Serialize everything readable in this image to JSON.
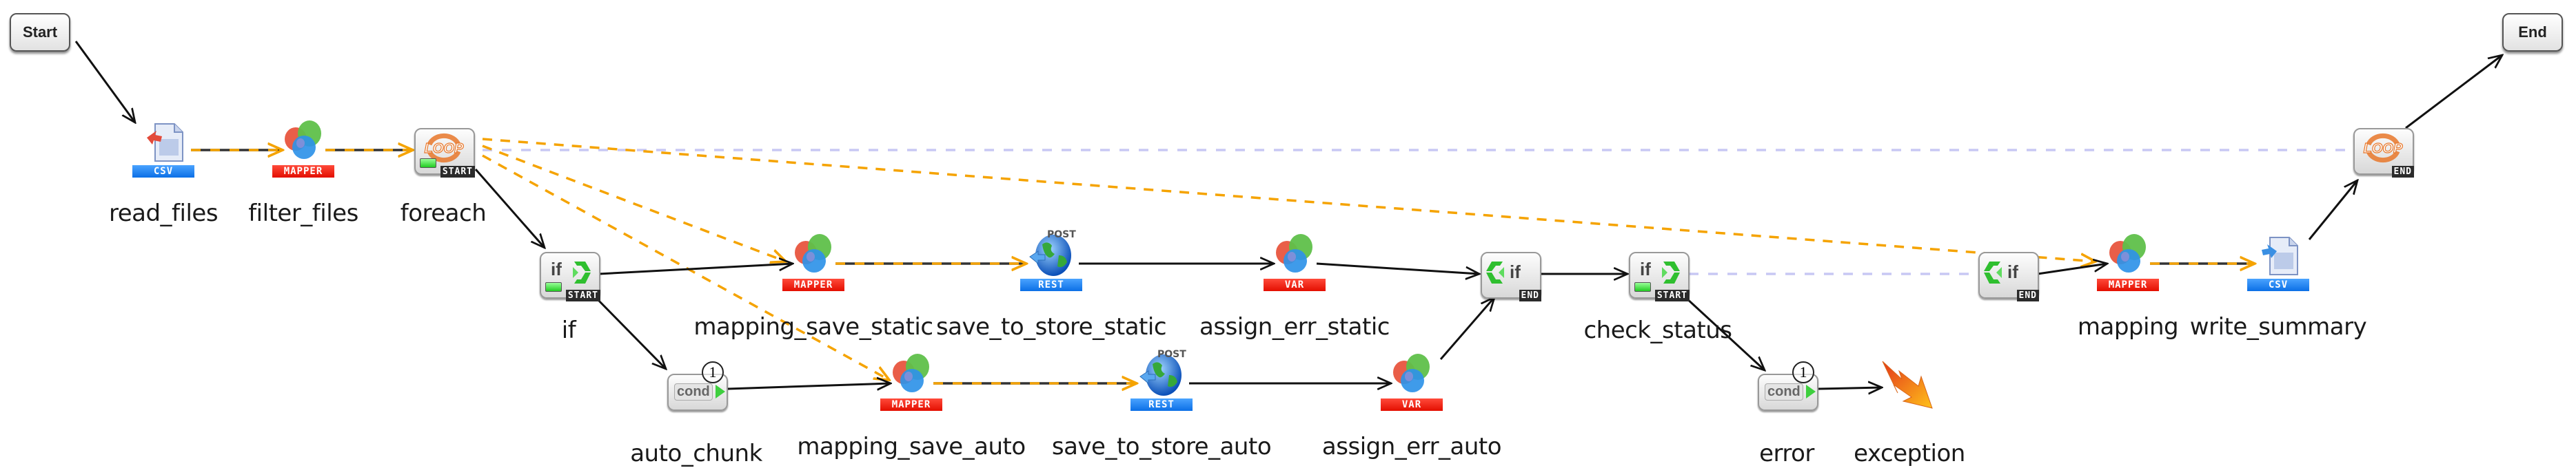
{
  "diagram": {
    "title": "Flow diagram",
    "terminals": {
      "start": "Start",
      "end": "End"
    },
    "nodes": [
      {
        "id": "read_files",
        "label": "read_files",
        "type": "csv",
        "badge": "CSV"
      },
      {
        "id": "filter_files",
        "label": "filter_files",
        "type": "mapper",
        "badge": "MAPPER"
      },
      {
        "id": "foreach",
        "label": "foreach",
        "type": "loop-start",
        "word": "LOOP",
        "tag": "START"
      },
      {
        "id": "if",
        "label": "if",
        "type": "if-start",
        "word": "if",
        "tag": "START"
      },
      {
        "id": "mapping_save_static",
        "label": "mapping_save_static",
        "type": "mapper",
        "badge": "MAPPER"
      },
      {
        "id": "save_to_store_static",
        "label": "save_to_store_static",
        "type": "rest",
        "badge": "REST",
        "method": "POST"
      },
      {
        "id": "assign_err_static",
        "label": "assign_err_static",
        "type": "var",
        "badge": "VAR"
      },
      {
        "id": "if_end_1",
        "label": "",
        "type": "if-end",
        "word": "if",
        "tag": "END"
      },
      {
        "id": "check_status",
        "label": "check_status",
        "type": "if-start",
        "word": "if",
        "tag": "START"
      },
      {
        "id": "if_end_2",
        "label": "",
        "type": "if-end",
        "word": "if",
        "tag": "END"
      },
      {
        "id": "mapping",
        "label": "mapping",
        "type": "mapper",
        "badge": "MAPPER"
      },
      {
        "id": "write_summary",
        "label": "write_summary",
        "type": "csv",
        "badge": "CSV"
      },
      {
        "id": "loop_end",
        "label": "",
        "type": "loop-end",
        "word": "LOOP",
        "tag": "END"
      },
      {
        "id": "auto_chunk",
        "label": "auto_chunk",
        "type": "cond",
        "word": "cond",
        "number": "1"
      },
      {
        "id": "mapping_save_auto",
        "label": "mapping_save_auto",
        "type": "mapper",
        "badge": "MAPPER"
      },
      {
        "id": "save_to_store_auto",
        "label": "save_to_store_auto",
        "type": "rest",
        "badge": "REST",
        "method": "POST"
      },
      {
        "id": "assign_err_auto",
        "label": "assign_err_auto",
        "type": "var",
        "badge": "VAR"
      },
      {
        "id": "error",
        "label": "error",
        "type": "cond",
        "word": "cond",
        "number": "1"
      },
      {
        "id": "exception",
        "label": "exception",
        "type": "exception"
      }
    ],
    "edges": [
      {
        "from": "start",
        "to": "read_files",
        "style": "control"
      },
      {
        "from": "read_files",
        "to": "filter_files",
        "style": "data-control"
      },
      {
        "from": "filter_files",
        "to": "foreach",
        "style": "data-control"
      },
      {
        "from": "foreach",
        "to": "if",
        "style": "control"
      },
      {
        "from": "foreach",
        "to": "loop_end",
        "style": "scope"
      },
      {
        "from": "foreach",
        "to": "mapping_save_static",
        "style": "data"
      },
      {
        "from": "foreach",
        "to": "mapping_save_auto",
        "style": "data"
      },
      {
        "from": "foreach",
        "to": "mapping",
        "style": "data"
      },
      {
        "from": "if",
        "to": "mapping_save_static",
        "style": "control"
      },
      {
        "from": "if",
        "to": "auto_chunk",
        "style": "control"
      },
      {
        "from": "mapping_save_static",
        "to": "save_to_store_static",
        "style": "data-control"
      },
      {
        "from": "save_to_store_static",
        "to": "assign_err_static",
        "style": "control"
      },
      {
        "from": "assign_err_static",
        "to": "if_end_1",
        "style": "control"
      },
      {
        "from": "auto_chunk",
        "to": "mapping_save_auto",
        "style": "control"
      },
      {
        "from": "mapping_save_auto",
        "to": "save_to_store_auto",
        "style": "data-control"
      },
      {
        "from": "save_to_store_auto",
        "to": "assign_err_auto",
        "style": "control"
      },
      {
        "from": "assign_err_auto",
        "to": "if_end_1",
        "style": "control"
      },
      {
        "from": "if_end_1",
        "to": "check_status",
        "style": "control"
      },
      {
        "from": "check_status",
        "to": "if_end_2",
        "style": "scope"
      },
      {
        "from": "check_status",
        "to": "error",
        "style": "control"
      },
      {
        "from": "error",
        "to": "exception",
        "style": "control"
      },
      {
        "from": "if_end_2",
        "to": "mapping",
        "style": "control"
      },
      {
        "from": "mapping",
        "to": "write_summary",
        "style": "data-control"
      },
      {
        "from": "write_summary",
        "to": "loop_end",
        "style": "control"
      },
      {
        "from": "loop_end",
        "to": "end",
        "style": "control"
      }
    ],
    "colors": {
      "control": "#111111",
      "data": "#f5a300",
      "scope": "#c8c8f4",
      "csv_badge": "#0b6fe6",
      "mapper_badge": "#e30e00",
      "node_green": "#2fbf2f",
      "loop_orange": "#e8772a"
    }
  }
}
